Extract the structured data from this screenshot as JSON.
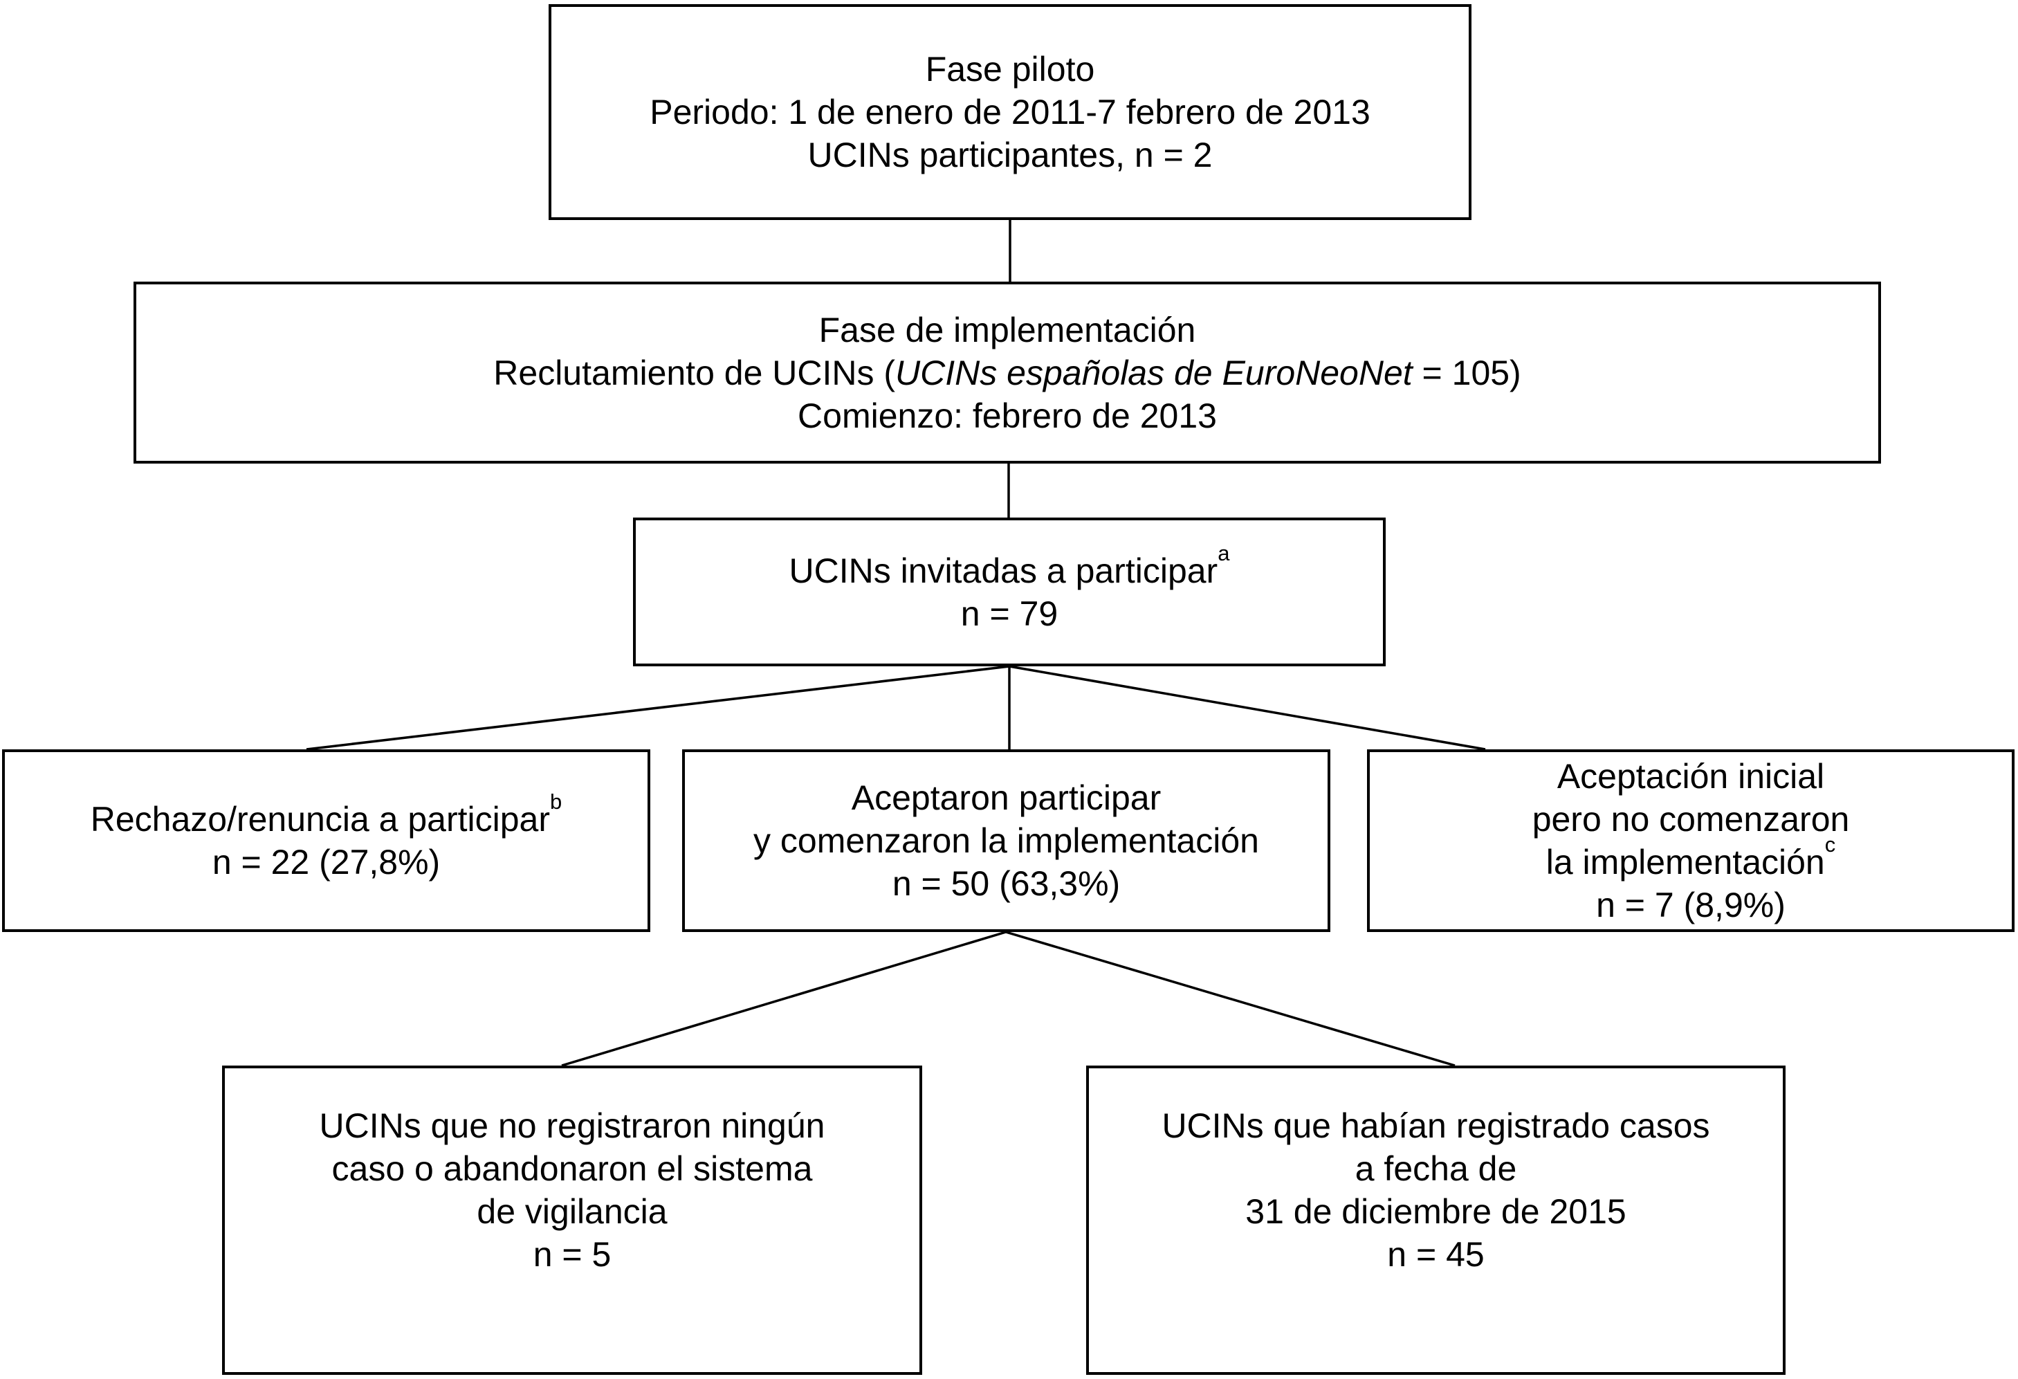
{
  "figure": {
    "type": "flowchart",
    "colors": {
      "background": "#ffffff",
      "border": "#000000",
      "text": "#000000"
    }
  },
  "boxes": {
    "pilot": {
      "lines": [
        {
          "text": "Fase piloto"
        },
        {
          "text": "Periodo: 1 de enero de 2011-7 febrero de 2013"
        },
        {
          "text": "UCINs participantes, n = 2"
        }
      ]
    },
    "implementation": {
      "lines": [
        {
          "text": "Fase de implementación"
        },
        {
          "pre": "Reclutamiento de UCINs (",
          "italic": "UCINs españolas de EuroNeoNet",
          "post": " = 105)"
        },
        {
          "text": "Comienzo: febrero de 2013"
        }
      ]
    },
    "invited": {
      "lines": [
        {
          "text": "UCINs invitadas a participar",
          "sup": "a"
        },
        {
          "text": "n = 79"
        }
      ]
    },
    "declined": {
      "lines": [
        {
          "text": "Rechazo/renuncia a participar",
          "sup": "b"
        },
        {
          "text": "n = 22 (27,8%)"
        }
      ]
    },
    "accepted": {
      "lines": [
        {
          "text": "Aceptaron participar"
        },
        {
          "text": "y comenzaron la implementación"
        },
        {
          "text": "n = 50 (63,3%)"
        }
      ]
    },
    "initial_only": {
      "lines": [
        {
          "text": "Aceptación inicial"
        },
        {
          "text": "pero no comenzaron"
        },
        {
          "text": "la implementación",
          "sup": "c"
        },
        {
          "text": "n = 7 (8,9%)"
        }
      ]
    },
    "no_cases": {
      "lines": [
        {
          "text": "UCINs que no registraron ningún"
        },
        {
          "text": "caso o abandonaron el sistema"
        },
        {
          "text": "de vigilancia"
        },
        {
          "text": "n = 5"
        }
      ]
    },
    "registered": {
      "lines": [
        {
          "text": "UCINs que habían registrado casos"
        },
        {
          "text": "a fecha de"
        },
        {
          "text": "31 de diciembre de 2015"
        },
        {
          "text": "n = 45"
        }
      ]
    }
  },
  "edges": [
    {
      "from": "pilot",
      "to": "implementation"
    },
    {
      "from": "implementation",
      "to": "invited"
    },
    {
      "from": "invited",
      "to": "declined"
    },
    {
      "from": "invited",
      "to": "accepted"
    },
    {
      "from": "invited",
      "to": "initial_only"
    },
    {
      "from": "accepted",
      "to": "no_cases"
    },
    {
      "from": "accepted",
      "to": "registered"
    }
  ]
}
